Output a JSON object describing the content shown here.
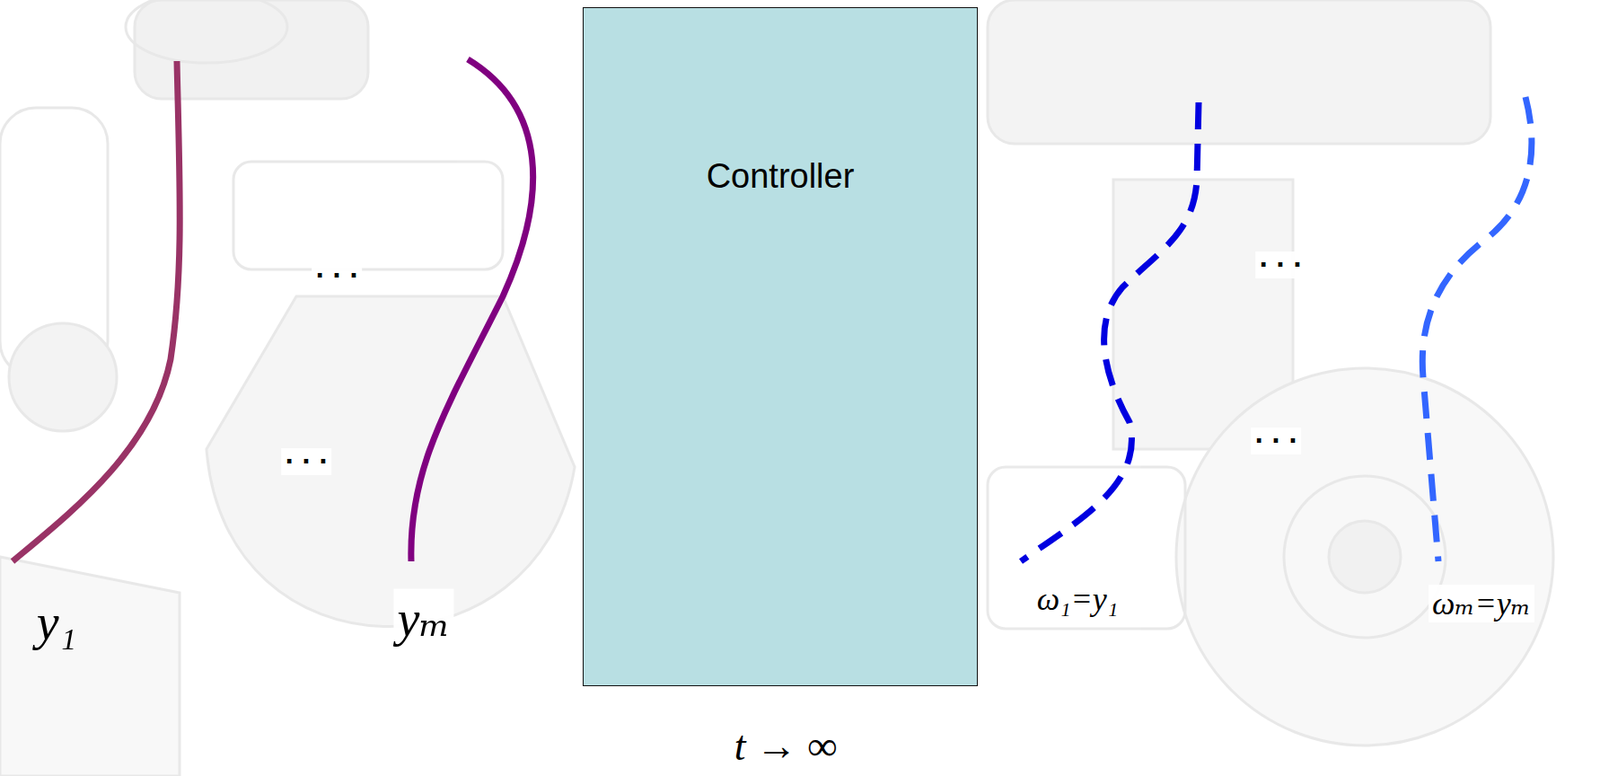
{
  "diagram": {
    "nodes": [
      {
        "text": [
          "Controller"
        ]
      }
    ],
    "labels": [
      "y₁",
      "· · ·",
      "· · ·",
      "yₘ",
      "· · ·",
      "· · ·",
      "ω₁=y₁",
      "ωₘ=yₘ",
      "t → ∞"
    ]
  }
}
